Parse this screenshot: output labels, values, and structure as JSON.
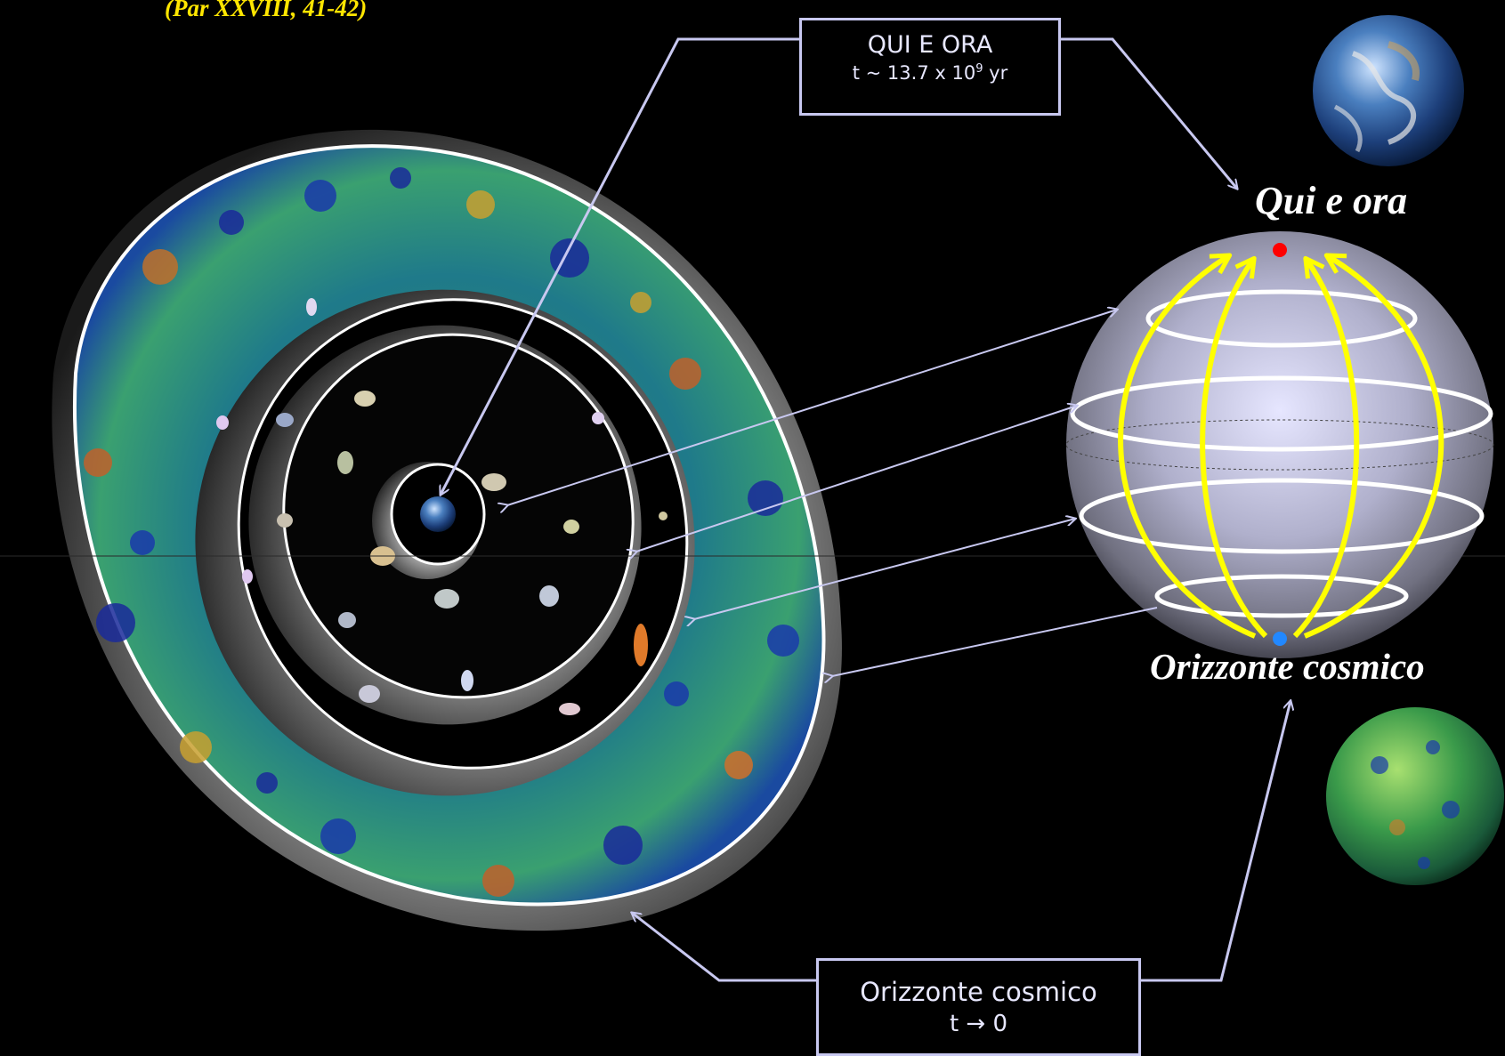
{
  "citation": "(Par XXVIII, 41-42)",
  "callout_top": {
    "line1": "QUI E ORA",
    "line2_prefix": "t ~ 13.7 x 10",
    "line2_exponent": "9",
    "line2_suffix": " yr"
  },
  "callout_bottom": {
    "line1": "Orizzonte cosmico",
    "line2": "t → 0"
  },
  "sphere_labels": {
    "top": "Qui e ora",
    "bottom": "Orizzonte cosmico"
  },
  "icons": [
    "earth-icon",
    "cmb-sphere-icon",
    "galaxy-icon"
  ],
  "colors": {
    "background": "#000000",
    "citation": "#ffe600",
    "connector": "#c8c8f0",
    "meridian_arrows": "#ffff00",
    "here_now_dot": "#ff0000",
    "horizon_dot": "#2288ff"
  }
}
